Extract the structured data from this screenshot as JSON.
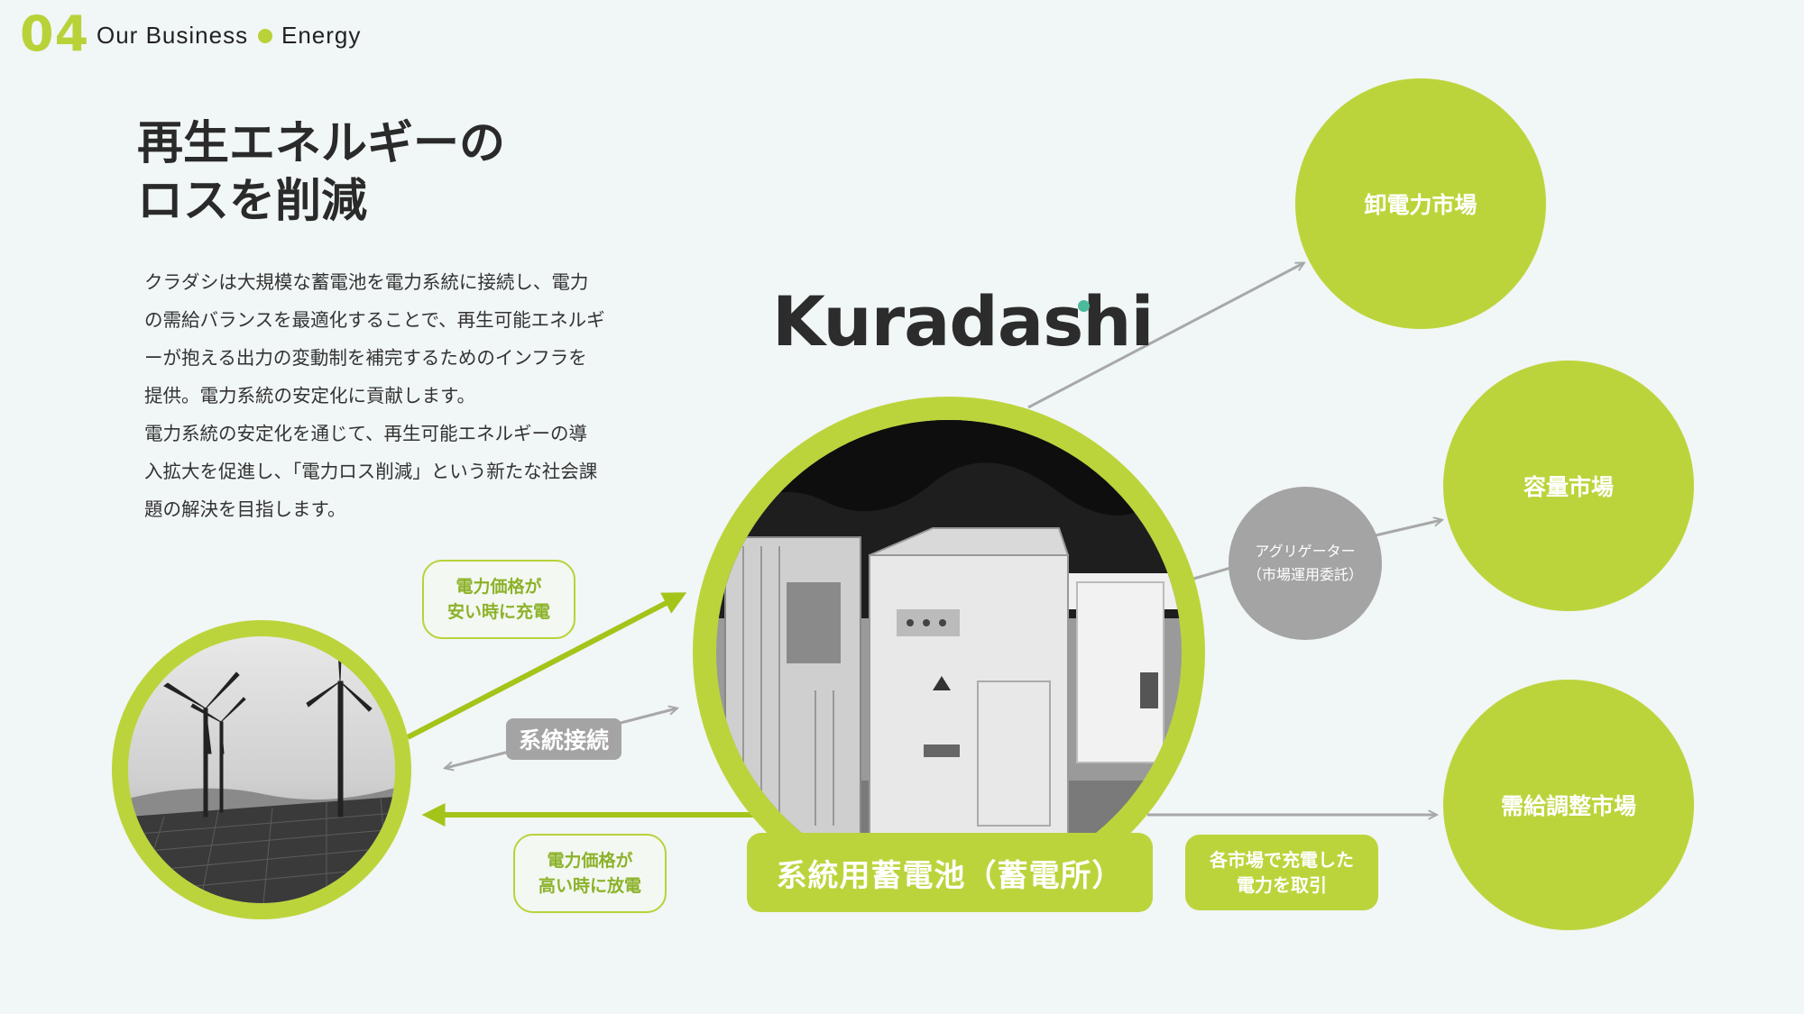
{
  "header": {
    "number": "04",
    "section": "Our Business",
    "subsection": "Energy"
  },
  "title": [
    "再生エネルギーの",
    "ロスを削減"
  ],
  "body": [
    "クラダシは大規模な蓄電池を電力系統に接続し、電力",
    "の需給バランスを最適化することで、再生可能エネルギ",
    "ーが抱える出力の変動制を補完するためのインフラを",
    "提供。電力系統の安定化に貢献します。",
    "電力系統の安定化を通じて、再生可能エネルギーの導",
    "入拡大を促進し、「電力ロス削減」という新たな社会課",
    "題の解決を目指します。"
  ],
  "logo": "Kuradashi",
  "labels": {
    "charge": [
      "電力価格が",
      "安い時に充電"
    ],
    "discharge": [
      "電力価格が",
      "高い時に放電"
    ],
    "grid": "系統接続",
    "battery": "系統用蓄電池（蓄電所）",
    "trade": [
      "各市場で充電した",
      "電力を取引"
    ],
    "aggregator": [
      "アグリゲーター",
      "（市場運用委託）"
    ]
  },
  "markets": [
    "卸電力市場",
    "容量市場",
    "需給調整市場"
  ],
  "colors": {
    "accent": "#bcd43b",
    "gray": "#a4a4a4",
    "background": "#f1f6f6"
  }
}
